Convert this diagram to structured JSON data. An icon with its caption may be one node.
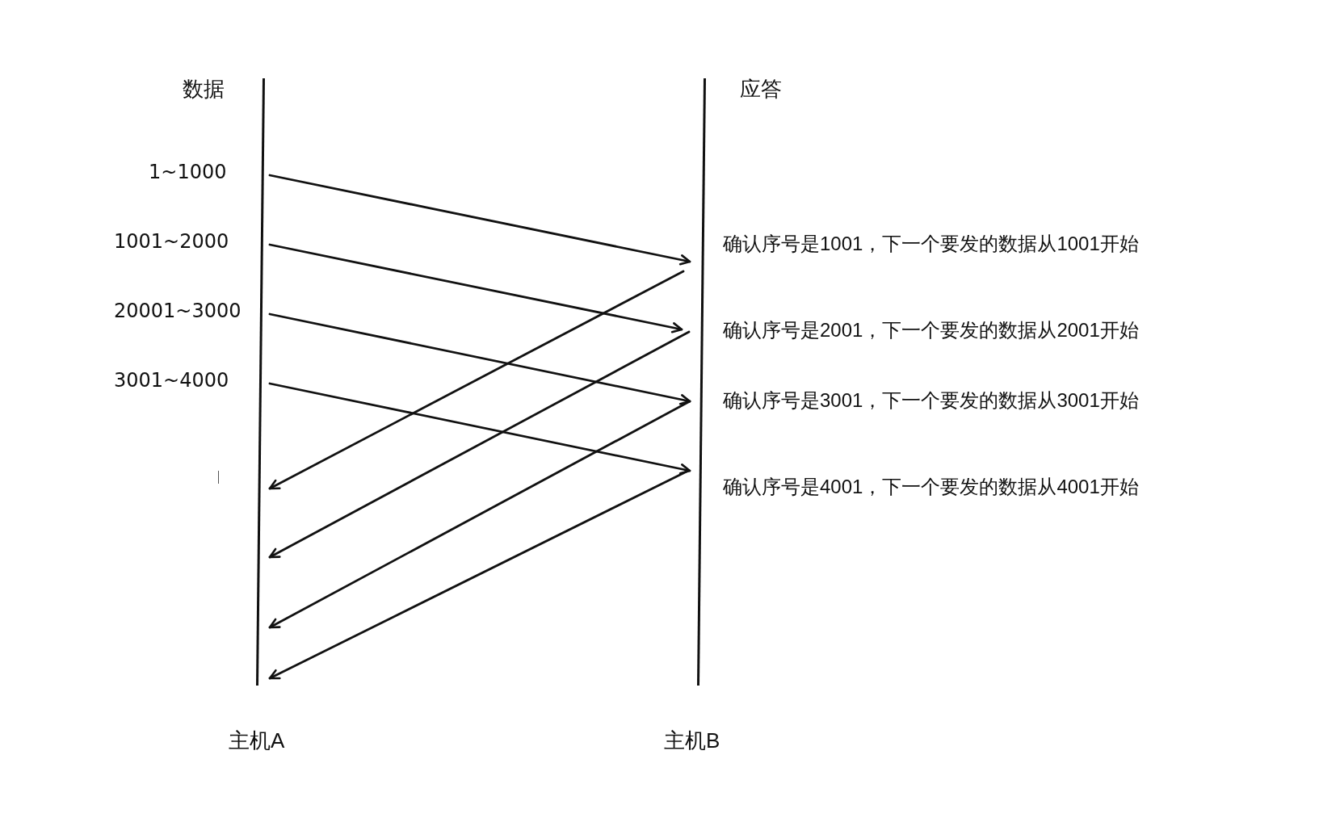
{
  "diagram": {
    "nodes": [
      {
        "text": [],
        "shape": "line",
        "beside": [
          "主机A"
        ]
      },
      {
        "text": [],
        "shape": "line",
        "beside": [
          "主机B"
        ]
      }
    ],
    "edges": [
      {
        "from": 0,
        "to": 1,
        "arrow": "to",
        "label": "1~1000"
      },
      {
        "from": 0,
        "to": 1,
        "arrow": "to",
        "label": "1001~2000"
      },
      {
        "from": 0,
        "to": 1,
        "arrow": "to",
        "label": "20001~3000"
      },
      {
        "from": 0,
        "to": 1,
        "arrow": "to",
        "label": "3001~4000"
      },
      {
        "from": 1,
        "to": 0,
        "arrow": "to",
        "label": "确认序号是1001，下一个要发的数据从1001开始"
      },
      {
        "from": 1,
        "to": 0,
        "arrow": "to",
        "label": "确认序号是2001，下一个要发的数据从2001开始"
      },
      {
        "from": 1,
        "to": 0,
        "arrow": "to",
        "label": "确认序号是3001，下一个要发的数据从3001开始"
      },
      {
        "from": 1,
        "to": 0,
        "arrow": "to",
        "label": "确认序号是4001，下一个要发的数据从4001开始"
      }
    ],
    "labels": [
      "数据",
      "应答"
    ]
  }
}
